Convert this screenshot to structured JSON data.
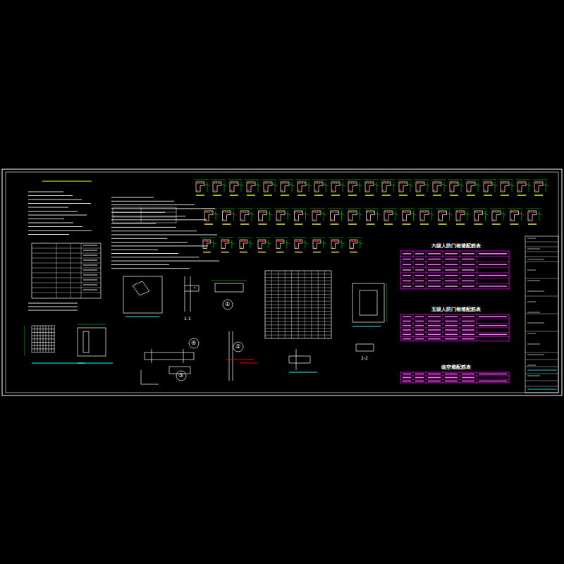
{
  "diagram": {
    "nodes": [
      {
        "text": [
          "六级人防门框墙配筋表"
        ]
      },
      {
        "text": [
          "五级人防门框墙配筋表"
        ]
      },
      {
        "text": [
          "临空墙配筋表"
        ]
      }
    ],
    "labels": [
      "①",
      "②",
      "③",
      "④",
      "1-1",
      "2-2"
    ]
  }
}
